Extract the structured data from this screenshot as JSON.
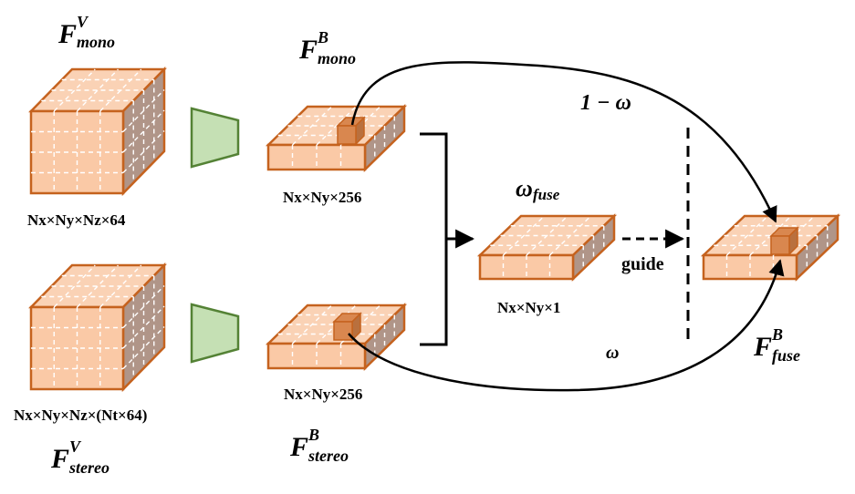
{
  "colors": {
    "cube_front": "#FAC9A6",
    "cube_top": "#FAD2B5",
    "cube_side": "#B09588",
    "cube_edge": "#C5621E",
    "grid": "#ffffff",
    "inner_cube": "#D9874F",
    "trapezoid_fill": "#C5E0B4",
    "trapezoid_edge": "#548235",
    "line": "#000000"
  },
  "features": {
    "mono_voxel": {
      "symbol": "F",
      "sup": "V",
      "sub": "mono",
      "dims": "Nx×Ny×Nz×64"
    },
    "stereo_voxel": {
      "symbol": "F",
      "sup": "V",
      "sub": "stereo",
      "dims": "Nx×Ny×Nz×(Nt×64)"
    },
    "mono_bev": {
      "symbol": "F",
      "sup": "B",
      "sub": "mono",
      "dims": "Nx×Ny×256"
    },
    "stereo_bev": {
      "symbol": "F",
      "sup": "B",
      "sub": "stereo",
      "dims": "Nx×Ny×256"
    },
    "weight_map": {
      "symbol": "ω",
      "sub": "fuse",
      "dims": "Nx×Ny×1"
    },
    "fused_bev": {
      "symbol": "F",
      "sup": "B",
      "sub": "fuse"
    }
  },
  "arrows": {
    "top_weight": "1 − ω",
    "bottom_weight": "ω",
    "guide": "guide"
  }
}
